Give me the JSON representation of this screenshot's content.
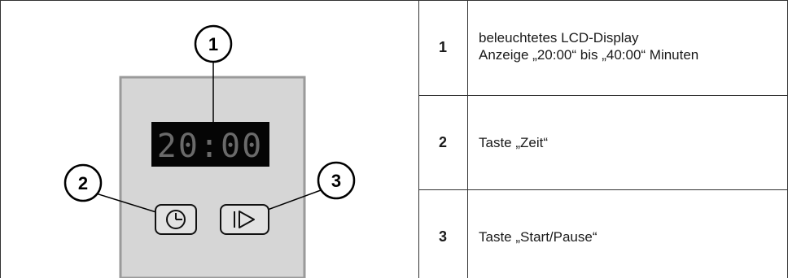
{
  "panel": {
    "display_text": "20:00",
    "callouts": [
      "1",
      "2",
      "3"
    ]
  },
  "legend": {
    "rows": [
      {
        "number": "1",
        "lines": [
          "beleuchtetes LCD-Display",
          "Anzeige „20:00“ bis „40:00“ Minuten"
        ]
      },
      {
        "number": "2",
        "lines": [
          "Taste „Zeit“"
        ]
      },
      {
        "number": "3",
        "lines": [
          "Taste „Start/Pause“"
        ]
      }
    ]
  },
  "colors": {
    "panel_fill": "#d6d6d6",
    "panel_border": "#9a9a9a",
    "lcd_background": "#050505",
    "lcd_digits": "#6a6a6a",
    "rules": "#333333"
  }
}
